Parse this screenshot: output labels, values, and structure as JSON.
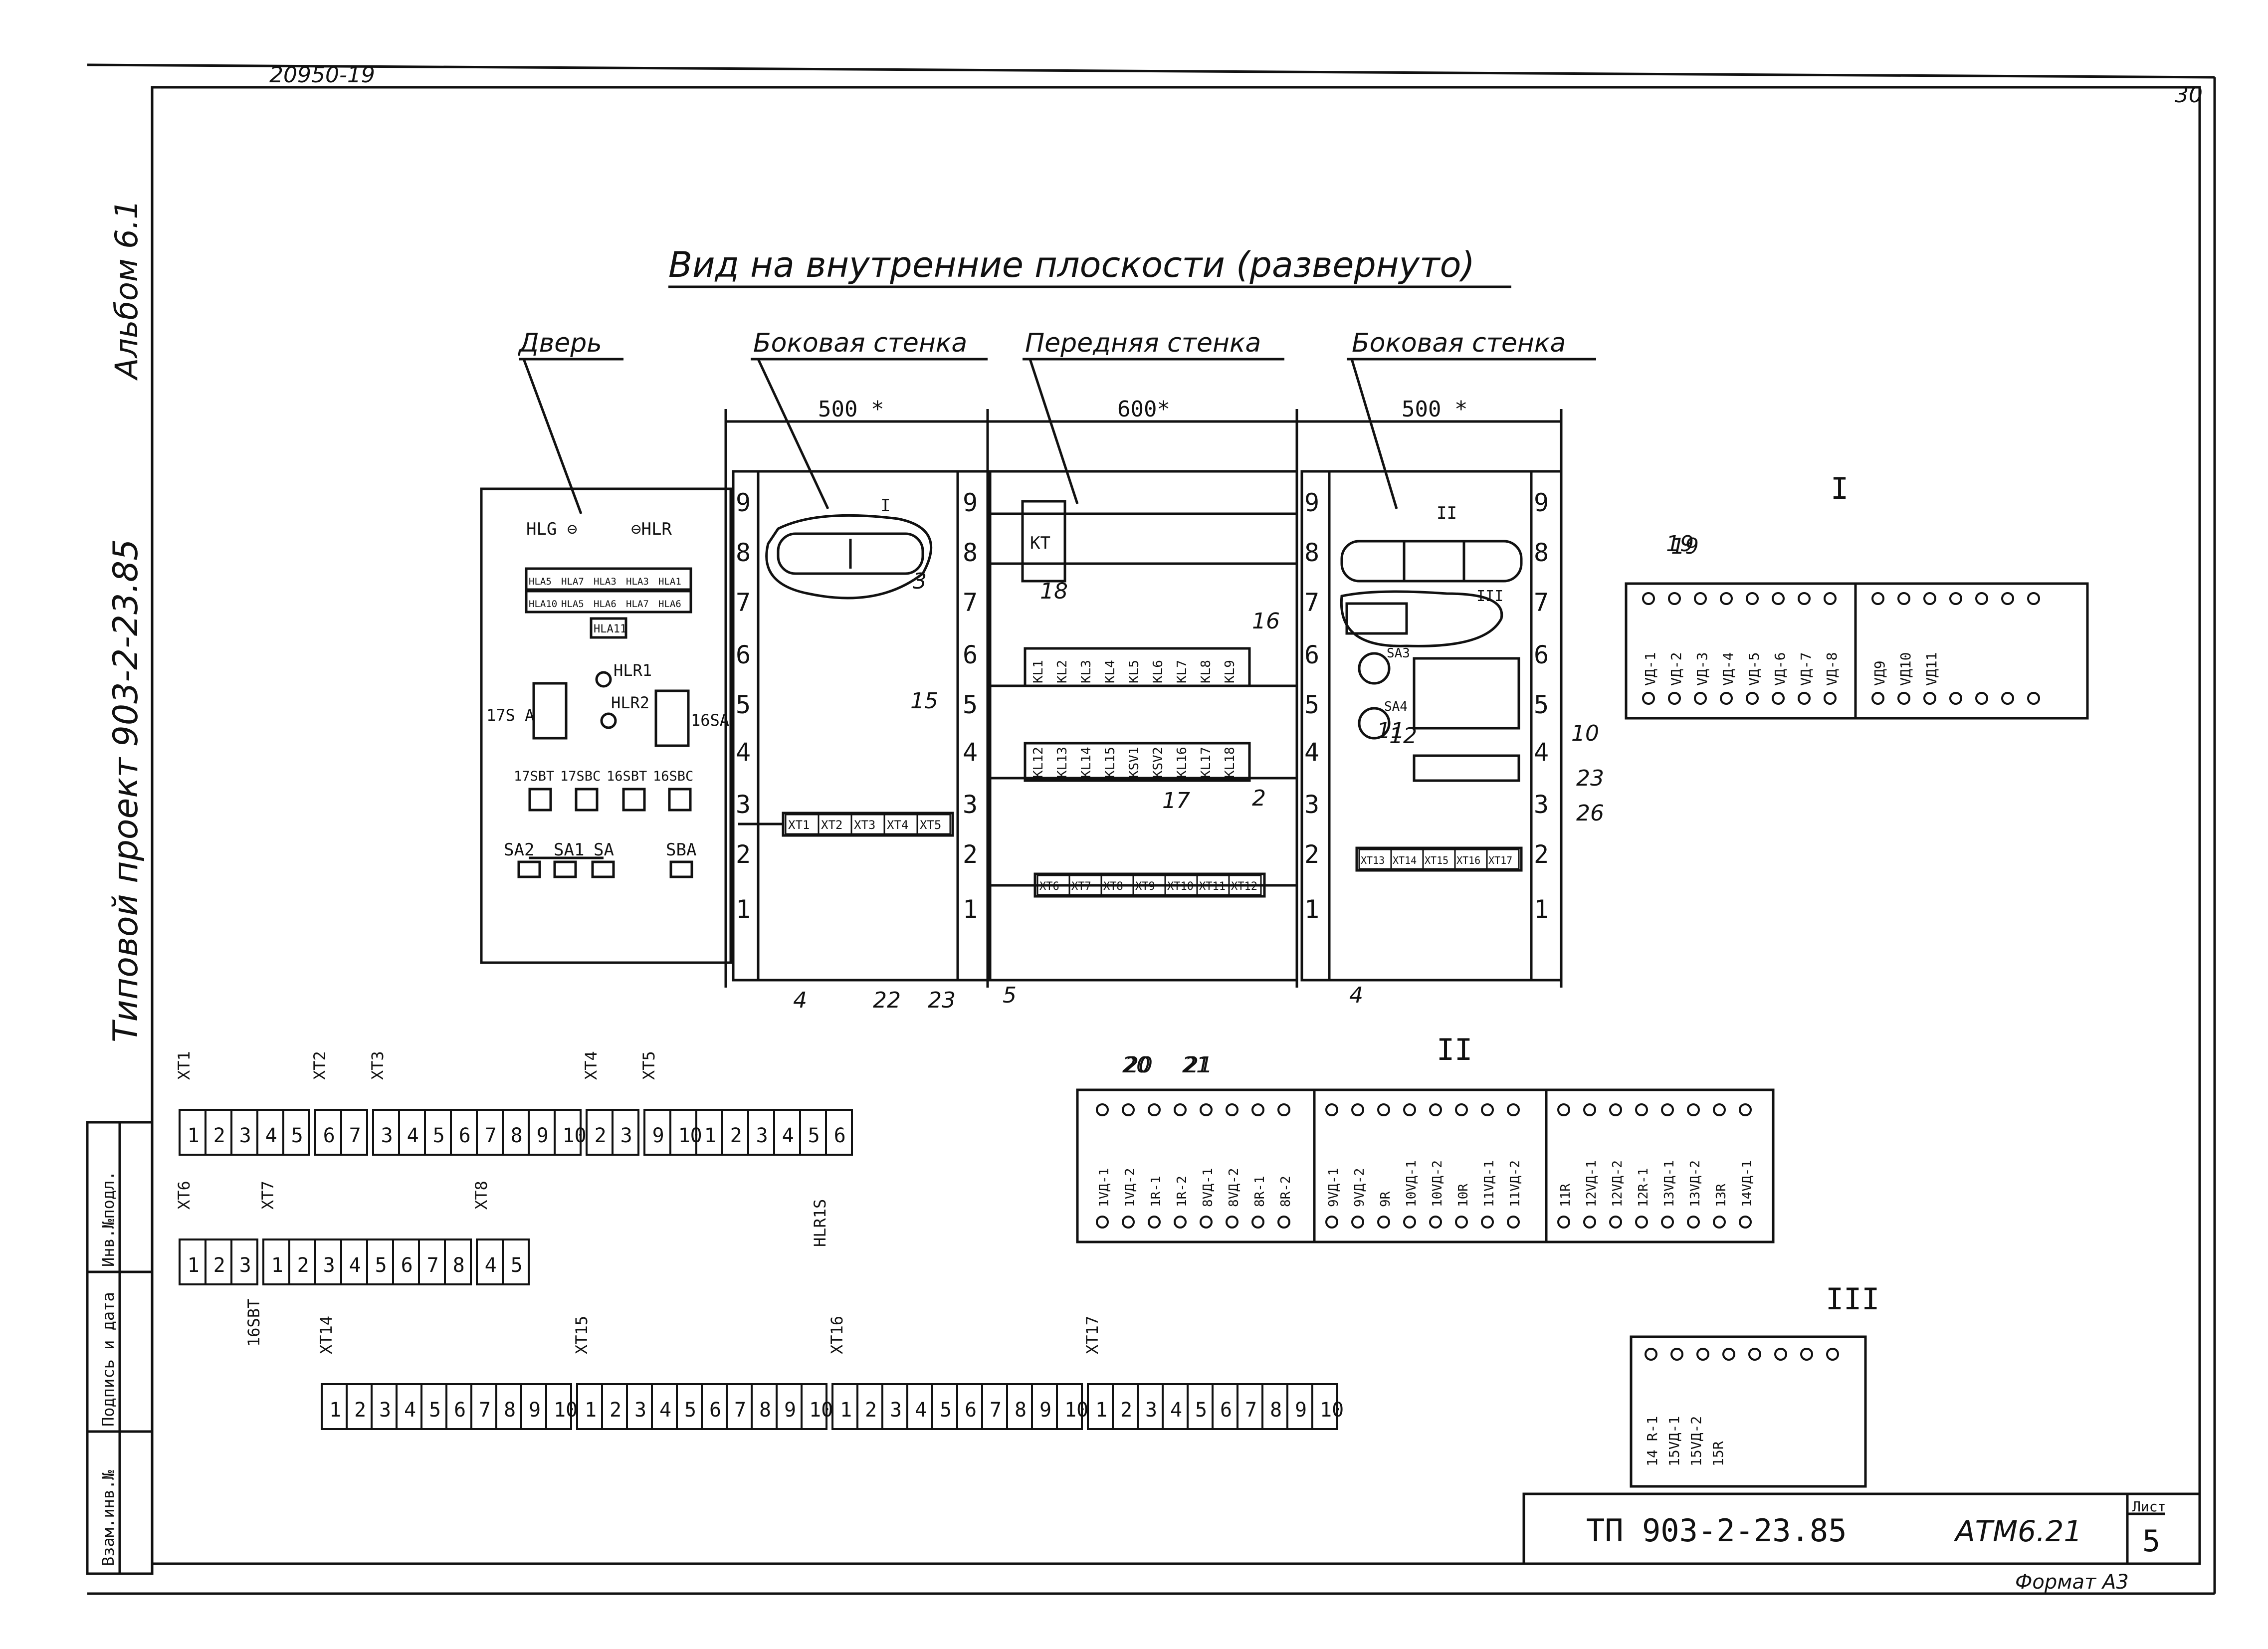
{
  "sheet": {
    "doc_number_top": "20950-19",
    "album": "Альбом 6.1",
    "project": "Типовой проект 903-2-23.85",
    "corner_mark": "30",
    "side_stamp_labels": [
      "Инв.№подл.",
      "Подпись и дата",
      "Взам.инв.№"
    ],
    "title_block": {
      "code": "ТП 903-2-23.85",
      "mark": "АТМ6.21",
      "sheet_label": "Лист",
      "sheet_no": "5",
      "format": "Формат А3"
    }
  },
  "main": {
    "title": "Вид на внутренние плоскости (развернуто)",
    "sections": {
      "door": "Дверь",
      "side_left": "Боковая стенка",
      "front": "Передняя стенка",
      "side_right": "Боковая стенка"
    },
    "dims": {
      "left": "500 *",
      "middle": "600*",
      "right": "500 *"
    },
    "rail_numbers": [
      "9",
      "8",
      "7",
      "6",
      "5",
      "4",
      "3",
      "2",
      "1"
    ],
    "door": {
      "hlg": "HLG ⊖",
      "hlr": "⊖HLR",
      "hla_row1": [
        "HLA5",
        "HLA7",
        "HLA3",
        "HLA3",
        "HLA1"
      ],
      "hla_row2": [
        "HLA10",
        "HLA5",
        "HLA6",
        "HLA7",
        "HLA6"
      ],
      "hla_row3": [
        "HLA11"
      ],
      "hlr1": "HLR1",
      "hlr2": "HLR2",
      "left_label": "17S A",
      "right_label": "16SA",
      "buttons": [
        "17SBT",
        "17SBC",
        "16SBT",
        "16SBC"
      ],
      "switches": [
        "SA2",
        "SA1",
        "SA",
        "SBA"
      ]
    },
    "side_left": {
      "terminals": [
        "XT1",
        "XT2",
        "XT3",
        "XT4",
        "XT5"
      ],
      "mark": "I"
    },
    "front": {
      "kt": "KT",
      "relays_row1": [
        "KL1",
        "KL2",
        "KL3",
        "KL4",
        "KL5",
        "KL6",
        "KL7",
        "KL8",
        "KL9"
      ],
      "relays_row2": [
        "KL12",
        "KL13",
        "KL14",
        "KL15",
        "KSV1",
        "KSV2",
        "KL16",
        "KL17",
        "KL18"
      ],
      "terminals": [
        "XT6",
        "XT7",
        "XT8",
        "XT9",
        "XT10",
        "XT11",
        "XT12"
      ]
    },
    "side_right": {
      "terminals": [
        "XT13",
        "XT14",
        "XT15",
        "XT16",
        "XT17"
      ],
      "sa3": "SA3",
      "sa4": "SA4",
      "mark_II": "II",
      "mark_III": "III"
    },
    "callouts": [
      "19",
      "3",
      "18",
      "16",
      "15",
      "17",
      "2",
      "4",
      "22",
      "23",
      "5",
      "10",
      "12",
      "11",
      "23",
      "26",
      "4",
      "20",
      "21"
    ]
  },
  "detail_I": {
    "mark": "I",
    "callout": "19",
    "left_labels": [
      "VД-1",
      "VД-2",
      "VД-3",
      "VД-4",
      "VД-5",
      "VД-6",
      "VД-7",
      "VД-8"
    ],
    "right_labels": [
      "VД9",
      "VД10",
      "VД11"
    ]
  },
  "detail_II": {
    "mark": "II",
    "callouts": [
      "20",
      "21"
    ],
    "block1": [
      "1VД-1",
      "1VД-2",
      "1R-1",
      "1R-2",
      "8VД-1",
      "8VД-2",
      "8R-1",
      "8R-2"
    ],
    "block2": [
      "9VД-1",
      "9VД-2",
      "9R",
      "10VД-1",
      "10VД-2",
      "10R",
      "11VД-1",
      "11VД-2"
    ],
    "block3": [
      "11R",
      "12VД-1",
      "12VД-2",
      "12R-1",
      "13VД-1",
      "13VД-2",
      "13R",
      "14VД-1"
    ]
  },
  "detail_III": {
    "mark": "III",
    "labels": [
      "14 R-1",
      "15VД-1",
      "15VД-2",
      "15R"
    ]
  },
  "strips": {
    "row1": [
      {
        "name": "XT1",
        "cells": [
          "1",
          "2",
          "3",
          "4",
          "5"
        ]
      },
      {
        "name": "XT2",
        "cells": [
          "6",
          "7"
        ]
      },
      {
        "name": "XT3",
        "cells": [
          "3",
          "4",
          "5",
          "6",
          "7",
          "8",
          "9",
          "10"
        ]
      },
      {
        "name": "XT4",
        "cells": [
          "2",
          "3"
        ]
      },
      {
        "name": "XT5",
        "cells": [
          "9",
          "10",
          "1",
          "2",
          "3",
          "4",
          "5",
          "6"
        ]
      }
    ],
    "row1_note": "HLR1S",
    "row2": [
      {
        "name": "XT6",
        "cells": [
          "1",
          "2",
          "3"
        ]
      },
      {
        "name": "XT7",
        "cells": [
          "1",
          "2",
          "3",
          "4",
          "5",
          "6",
          "7",
          "8"
        ]
      },
      {
        "name": "XT8",
        "cells": [
          "4",
          "5"
        ]
      }
    ],
    "row2_note": "16SBT",
    "row3": [
      {
        "name": "XT14",
        "cells": [
          "1",
          "2",
          "3",
          "4",
          "5",
          "6",
          "7",
          "8",
          "9",
          "10"
        ]
      },
      {
        "name": "XT15",
        "cells": [
          "1",
          "2",
          "3",
          "4",
          "5",
          "6",
          "7",
          "8",
          "9",
          "10"
        ]
      },
      {
        "name": "XT16",
        "cells": [
          "1",
          "2",
          "3",
          "4",
          "5",
          "6",
          "7",
          "8",
          "9",
          "10"
        ]
      },
      {
        "name": "XT17",
        "cells": [
          "1",
          "2",
          "3",
          "4",
          "5",
          "6",
          "7",
          "8",
          "9",
          "10"
        ]
      }
    ]
  }
}
